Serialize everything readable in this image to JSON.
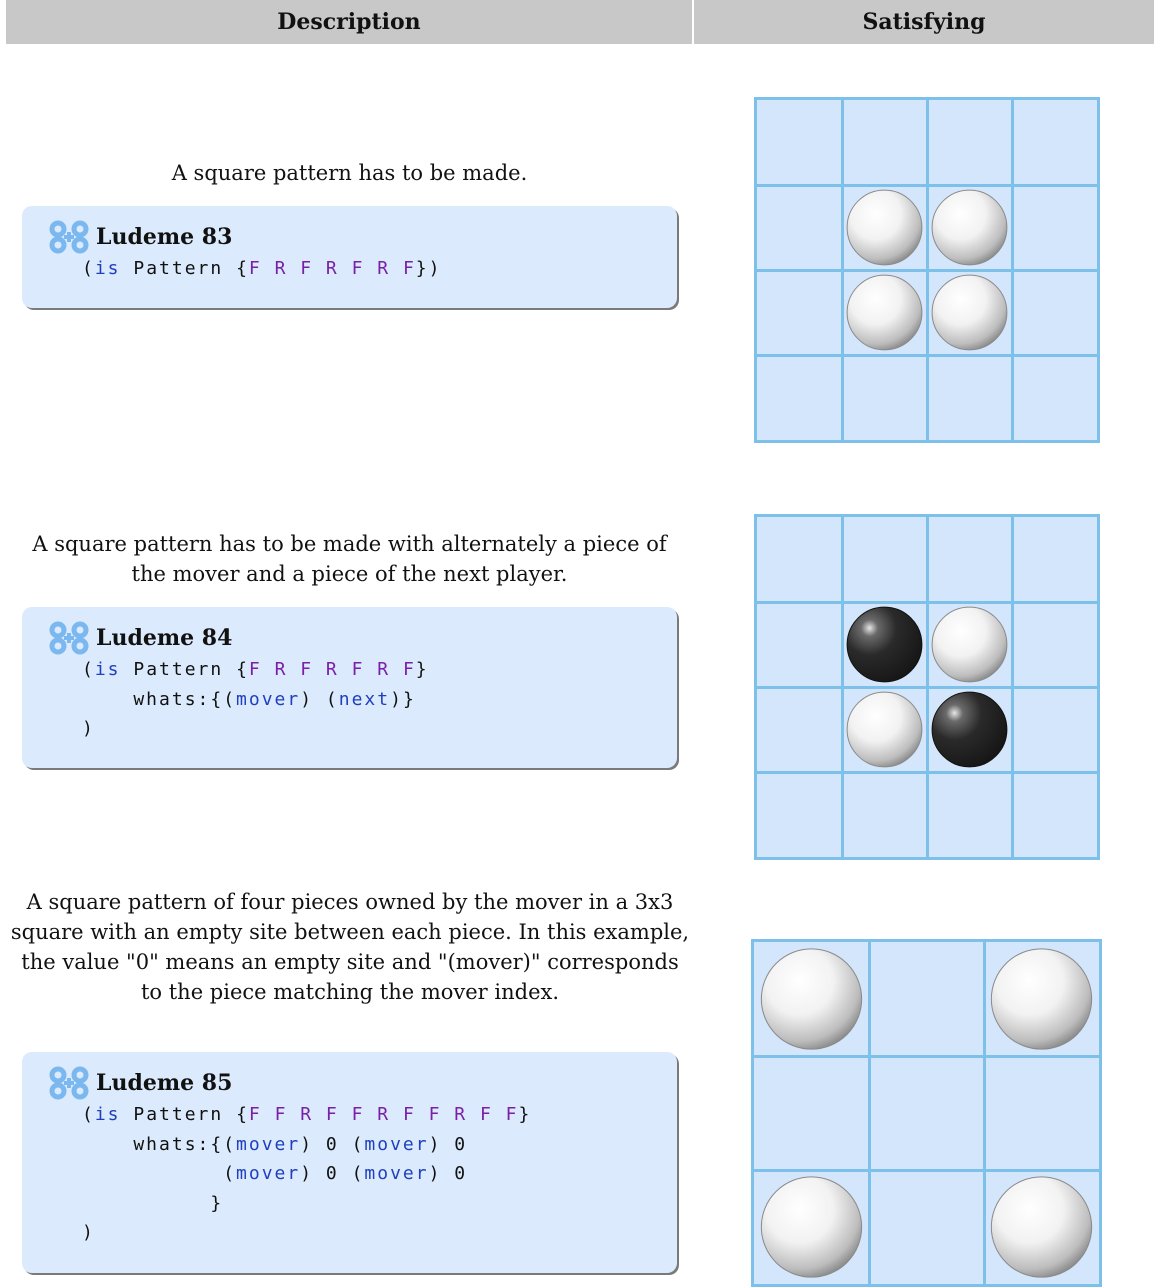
{
  "header": {
    "description_label": "Description",
    "satisfying_label": "Satisfying"
  },
  "rows": [
    {
      "description": "A square pattern has to be made.",
      "ludeme_title": "Ludeme 83",
      "code_lines": [
        "(is Pattern {F R F R F R F})"
      ],
      "board": {
        "size": 4,
        "pieces": [
          [
            1,
            1,
            "white"
          ],
          [
            1,
            2,
            "white"
          ],
          [
            2,
            1,
            "white"
          ],
          [
            2,
            2,
            "white"
          ]
        ]
      }
    },
    {
      "description": "A square pattern has to be made with alternately a piece of the mover and a piece of the next player.",
      "ludeme_title": "Ludeme 84",
      "code_lines": [
        "(is Pattern {F R F R F R F}",
        "    whats:{(mover) (next)}",
        ")"
      ],
      "board": {
        "size": 4,
        "pieces": [
          [
            1,
            1,
            "black"
          ],
          [
            1,
            2,
            "white"
          ],
          [
            2,
            1,
            "white"
          ],
          [
            2,
            2,
            "black"
          ]
        ]
      }
    },
    {
      "description": "A square pattern of four pieces owned by the mover in a 3x3 square with an empty site between each piece. In this example, the value \"0\" means an empty site and \"(mover)\" corresponds to the piece matching the mover index.",
      "ludeme_title": "Ludeme 85",
      "code_lines": [
        "(is Pattern {F F R F F R F F R F F}",
        "    whats:{(mover) 0 (mover) 0",
        "           (mover) 0 (mover) 0",
        "          }",
        ")"
      ],
      "board": {
        "size": 3,
        "pieces": [
          [
            0,
            0,
            "white"
          ],
          [
            0,
            2,
            "white"
          ],
          [
            2,
            0,
            "white"
          ],
          [
            2,
            2,
            "white"
          ]
        ]
      }
    }
  ]
}
